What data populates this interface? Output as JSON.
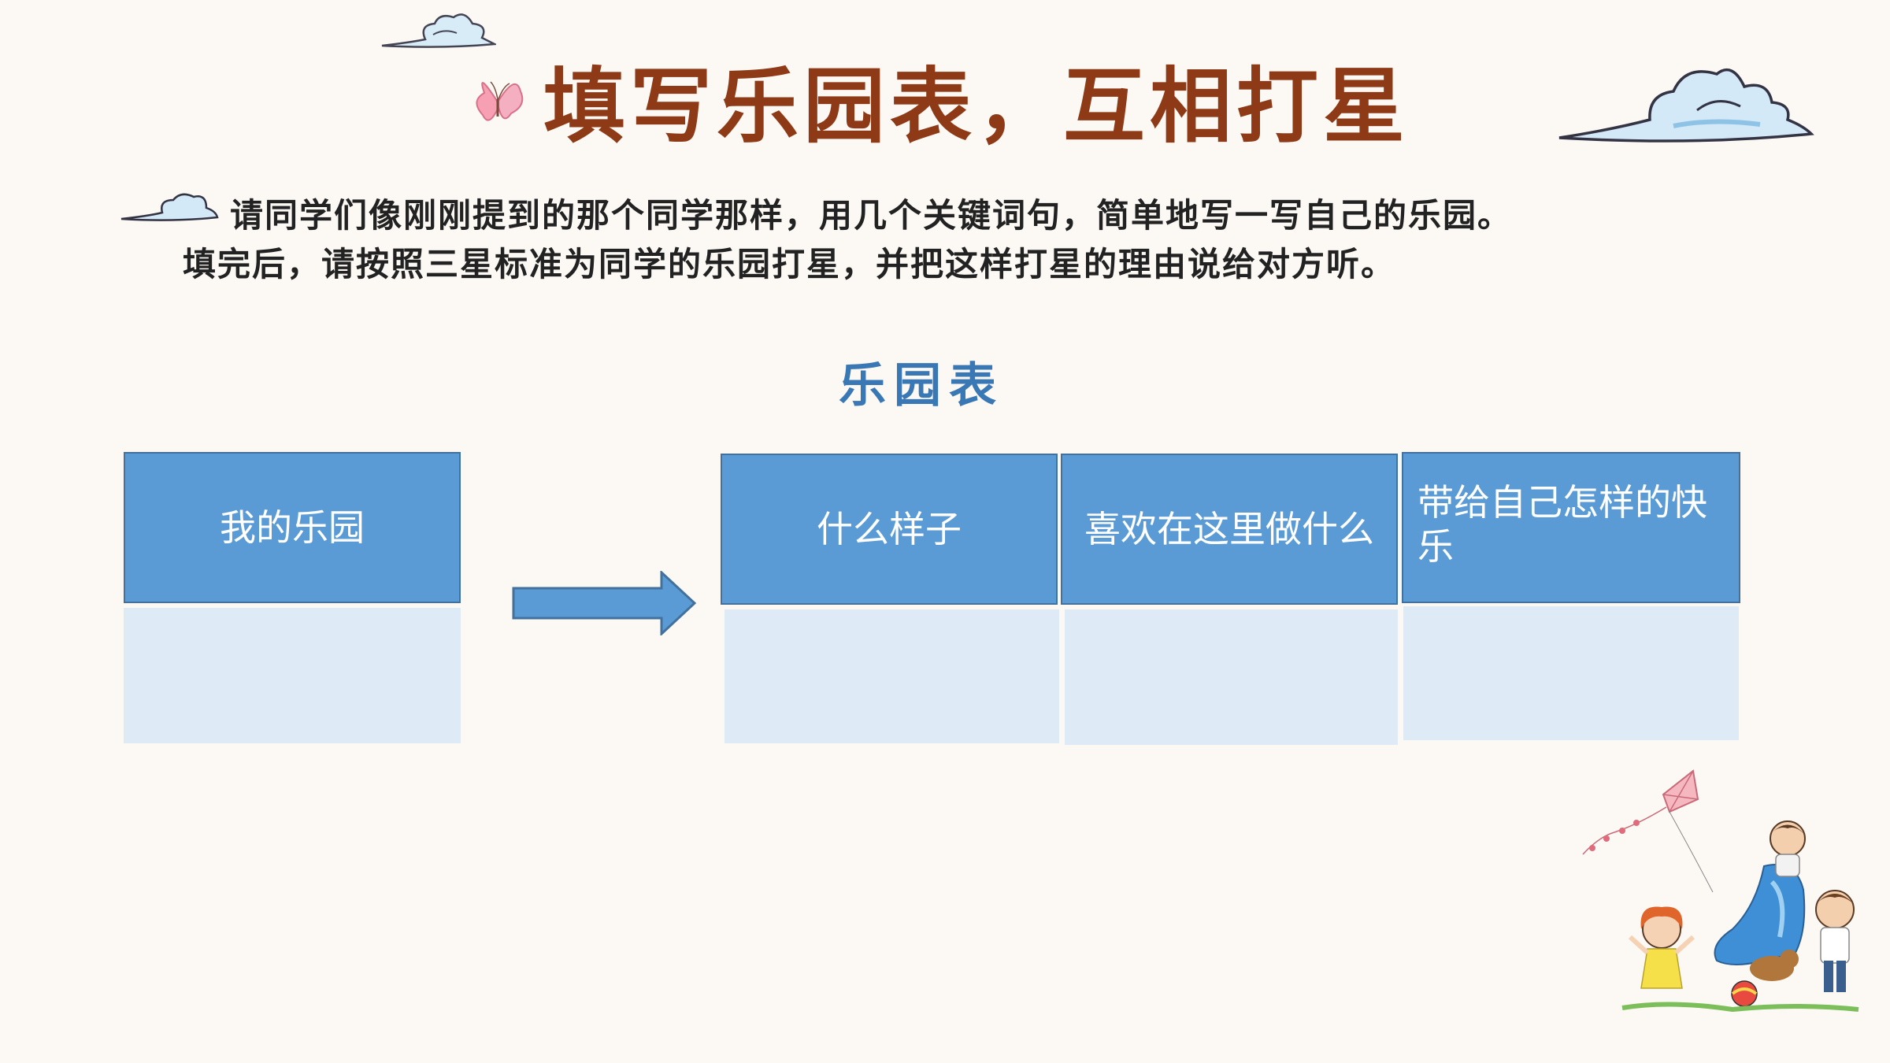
{
  "title": "填写乐园表，互相打星",
  "instructions": {
    "line1": "请同学们像刚刚提到的那个同学那样，用几个关键词句，简单地写一写自己的乐园。",
    "line2": "填完后，请按照三星标准为同学的乐园打星，并把这样打星的理由说给对方听。"
  },
  "table": {
    "title": "乐园表",
    "headers": [
      "我的乐园",
      "什么样子",
      "喜欢在这里做什么",
      "带给自己怎样的快乐"
    ],
    "cells": [
      "",
      "",
      "",
      ""
    ]
  },
  "colors": {
    "title": "#8e3a16",
    "header_fill": "#5b9bd5",
    "header_border": "#41719c",
    "body_fill": "#deeaf6",
    "table_title": "#3a78b5",
    "background": "#fcf9f5"
  },
  "icons": [
    "cloud-icon",
    "butterfly-icon",
    "arrow-right-icon",
    "kite-icon",
    "children-playground-illustration"
  ]
}
